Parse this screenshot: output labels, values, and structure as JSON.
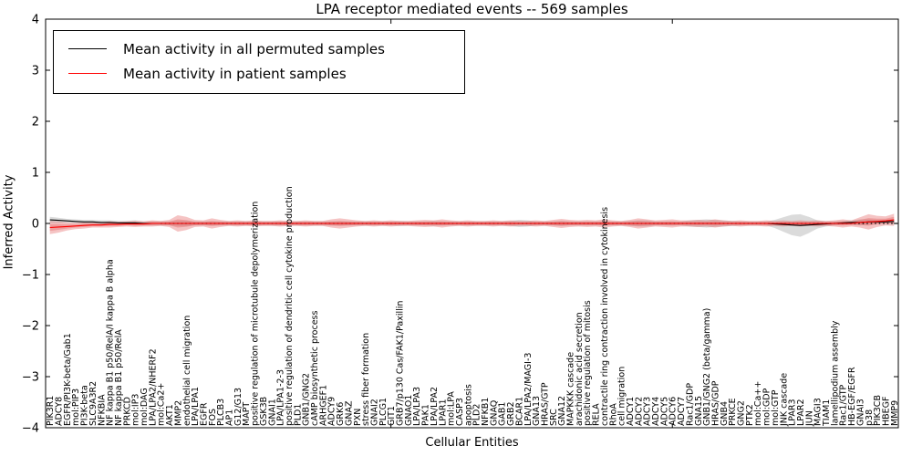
{
  "title": "LPA receptor mediated events -- 569 samples",
  "axes": {
    "ylabel": "Inferred Activity",
    "xlabel": "Cellular Entities",
    "yticks": [
      4,
      3,
      2,
      1,
      0,
      -1,
      -2,
      -3,
      -4
    ],
    "ylim": [
      -4,
      4
    ]
  },
  "chart_data": {
    "type": "line",
    "title": "LPA receptor mediated events -- 569 samples",
    "xlabel": "Cellular Entities",
    "ylabel": "Inferred Activity",
    "ylim": [
      -4,
      4
    ],
    "layout": {
      "legend_position": "upper left",
      "grid": false,
      "tick_direction": "in",
      "top_tick_indices": [
        40,
        73
      ],
      "xtick_label_rotation": 90
    },
    "categories": [
      "PIK3R1",
      "ADCY8",
      "EGFR/PI3K-beta/Gab1",
      "mol:PIP3",
      "PI3K-beta",
      "SLC9A3R2",
      "NFKBIA",
      "NF kappa B1 p50/RelA/I kappa B alpha",
      "NF kappa B1 p50/RelA",
      "PRKCD",
      "mol:IP3",
      "mol:DAG",
      "LPA/LPA2/NHERF2",
      "mol:Ca2+",
      "AKT1",
      "MMP2",
      "endothelial cell migration",
      "LPA/LPA1",
      "EGFR",
      "FOS",
      "PLCB3",
      "AP1",
      "G12/G13",
      "MAPT",
      "positive regulation of microtubule depolymerization",
      "GSK3B",
      "GNAI1",
      "LPA/LPA1-2-3",
      "positive regulation of dendritic cell cytokine production",
      "PLD1",
      "GNB1/GNG2",
      "cAMP biosynthetic process",
      "ARHGEF1",
      "ADCY9",
      "GRK6",
      "GNAZ",
      "PXN",
      "stress fiber formation",
      "GNAI2",
      "PLCG1",
      "GIT1",
      "GRB7/p130 Cas/FAK1/Paxillin",
      "GNAO1",
      "LPA/LPA3",
      "PAK1",
      "LPA/LPA2",
      "LPAR1",
      "mol:LPA",
      "CASP3",
      "apoptosis",
      "PLD2",
      "NFKB1",
      "GNAQ",
      "GAB1",
      "GRB2",
      "BCAR1",
      "LPA/LPA2/MAGI-3",
      "GNA13",
      "HRAS/GTP",
      "SRC",
      "GNA12",
      "MAPKKK cascade",
      "arachidonic acid secretion",
      "positive regulation of mitosis",
      "RELA",
      "contractile ring contraction involved in cytokinesis",
      "RhoA",
      "cell migration",
      "ADCY1",
      "ADCY2",
      "ADCY3",
      "ADCY4",
      "ADCY5",
      "ADCY6",
      "ADCY7",
      "Rac1/GDP",
      "GNA15",
      "GNB1/GNG2 (beta/gamma)",
      "HRAS/GDP",
      "GNB4",
      "PRKCE",
      "GNG2",
      "PTK2",
      "mol:Ca++",
      "mol:GDP",
      "mol:GTP",
      "JNK cascade",
      "LPAR3",
      "LPAR2",
      "JUN",
      "MAGI3",
      "TIAM1",
      "lamellipodium assembly",
      "Rac1/GTP",
      "HB-EGF/EGFR",
      "GNAI3",
      "p38",
      "PIK3CB",
      "HBEGF",
      "MMP9"
    ],
    "series": [
      {
        "name": "Mean activity in all permuted samples",
        "color": "#000000",
        "values": [
          0.07,
          0.06,
          0.05,
          0.04,
          0.03,
          0.03,
          0.02,
          0.02,
          0.01,
          0.01,
          0.01,
          0,
          0,
          0,
          0,
          0,
          0,
          0,
          0,
          0,
          0,
          0,
          0,
          0,
          0,
          0,
          0,
          0,
          0,
          0,
          0,
          0,
          0,
          0,
          0,
          0,
          0,
          0,
          0,
          0,
          0,
          0,
          0,
          0,
          0,
          0,
          0,
          0,
          0,
          0,
          0,
          0,
          0,
          0,
          0,
          0,
          0,
          0,
          0,
          0,
          0,
          0,
          0,
          0,
          0,
          0,
          0,
          0,
          0,
          0,
          0,
          0,
          0,
          0,
          0,
          0,
          0,
          0,
          0,
          0,
          0,
          0,
          0,
          0,
          0,
          -0.01,
          -0.02,
          -0.03,
          -0.04,
          -0.03,
          -0.02,
          -0.01,
          0,
          0.01,
          0.02,
          0.02,
          0.03,
          0.03,
          0.03,
          0.04
        ]
      },
      {
        "name": "Mean activity in patient samples",
        "color": "#ff0000",
        "values": [
          -0.08,
          -0.07,
          -0.06,
          -0.05,
          -0.04,
          -0.03,
          -0.03,
          -0.02,
          -0.02,
          -0.01,
          -0.01,
          -0.01,
          0,
          0,
          0,
          0,
          0,
          0,
          0,
          0,
          0,
          0,
          0,
          0,
          0,
          0,
          0,
          0,
          0,
          0,
          0,
          0,
          0,
          0,
          0,
          0,
          0,
          0,
          0,
          0,
          0,
          0,
          0,
          0,
          0,
          0,
          0,
          0,
          0,
          0,
          0,
          0,
          0,
          0,
          0,
          0,
          0,
          0,
          0,
          0,
          0,
          0,
          0,
          0,
          0,
          0,
          0,
          0,
          0,
          0,
          0,
          0,
          0,
          0,
          0,
          0,
          0,
          0,
          0,
          0,
          0,
          0,
          0,
          0,
          0,
          0,
          0,
          0,
          0,
          0,
          0,
          0,
          0,
          0,
          0,
          0.02,
          0.03,
          0.04,
          0.05,
          0.07
        ]
      }
    ],
    "bands": [
      {
        "name": "permuted-activity-range",
        "color": "#999999",
        "opacity": 0.35,
        "center_series": 0,
        "half_widths": [
          0.06,
          0.05,
          0.04,
          0.04,
          0.04,
          0.04,
          0.04,
          0.04,
          0.04,
          0.04,
          0.05,
          0.04,
          0.04,
          0.04,
          0.04,
          0.05,
          0.05,
          0.04,
          0.04,
          0.04,
          0.04,
          0.04,
          0.04,
          0.04,
          0.04,
          0.04,
          0.04,
          0.04,
          0.04,
          0.04,
          0.04,
          0.04,
          0.04,
          0.04,
          0.04,
          0.04,
          0.04,
          0.04,
          0.04,
          0.04,
          0.04,
          0.05,
          0.04,
          0.04,
          0.04,
          0.05,
          0.04,
          0.04,
          0.04,
          0.04,
          0.04,
          0.04,
          0.04,
          0.04,
          0.05,
          0.07,
          0.06,
          0.04,
          0.04,
          0.04,
          0.05,
          0.04,
          0.04,
          0.04,
          0.04,
          0.04,
          0.04,
          0.04,
          0.05,
          0.06,
          0.06,
          0.04,
          0.04,
          0.04,
          0.04,
          0.06,
          0.07,
          0.08,
          0.07,
          0.06,
          0.05,
          0.04,
          0.04,
          0.04,
          0.04,
          0.08,
          0.14,
          0.2,
          0.22,
          0.16,
          0.08,
          0.05,
          0.04,
          0.04,
          0.04,
          0.06,
          0.05,
          0.04,
          0.04,
          0.05
        ]
      },
      {
        "name": "patient-activity-range",
        "color": "#e25555",
        "opacity": 0.35,
        "inner_fraction": 0.5,
        "center_series": 1,
        "half_widths": [
          0.13,
          0.11,
          0.08,
          0.06,
          0.06,
          0.05,
          0.05,
          0.06,
          0.05,
          0.05,
          0.06,
          0.05,
          0.06,
          0.05,
          0.07,
          0.16,
          0.13,
          0.07,
          0.06,
          0.1,
          0.07,
          0.05,
          0.06,
          0.05,
          0.06,
          0.05,
          0.05,
          0.06,
          0.05,
          0.05,
          0.06,
          0.05,
          0.05,
          0.08,
          0.1,
          0.08,
          0.06,
          0.05,
          0.06,
          0.05,
          0.06,
          0.05,
          0.05,
          0.06,
          0.07,
          0.06,
          0.08,
          0.06,
          0.05,
          0.06,
          0.05,
          0.05,
          0.06,
          0.05,
          0.06,
          0.05,
          0.05,
          0.06,
          0.05,
          0.07,
          0.09,
          0.07,
          0.06,
          0.07,
          0.06,
          0.08,
          0.06,
          0.05,
          0.07,
          0.1,
          0.08,
          0.06,
          0.07,
          0.08,
          0.06,
          0.06,
          0.07,
          0.06,
          0.08,
          0.06,
          0.05,
          0.06,
          0.05,
          0.05,
          0.06,
          0.05,
          0.06,
          0.05,
          0.06,
          0.05,
          0.06,
          0.05,
          0.06,
          0.08,
          0.06,
          0.1,
          0.15,
          0.11,
          0.09,
          0.12
        ]
      }
    ],
    "zero_line": {
      "style": "dotted",
      "color": "#000000",
      "y": 0
    }
  }
}
